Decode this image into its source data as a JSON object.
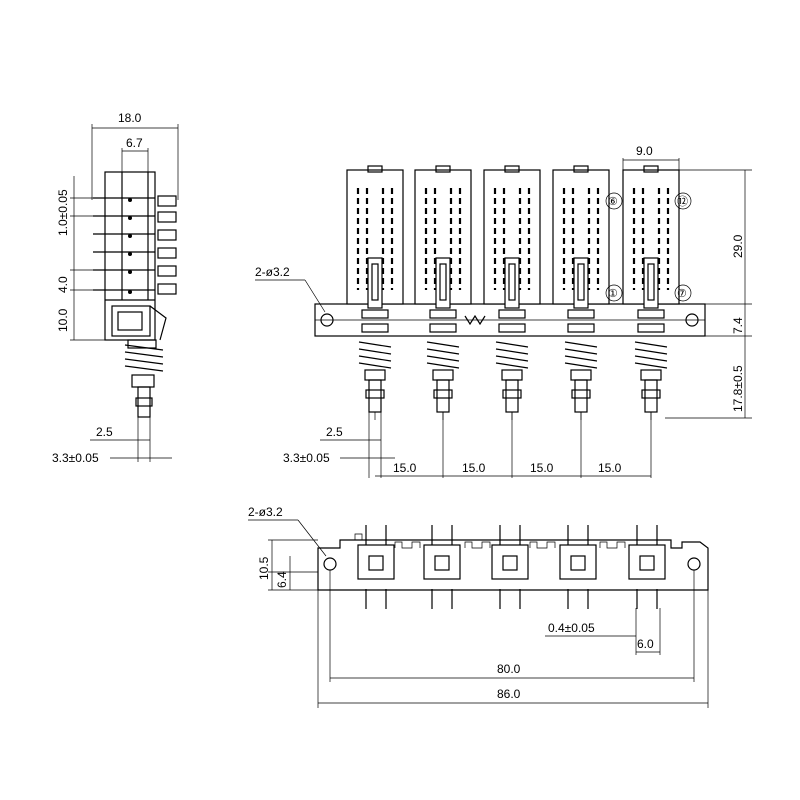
{
  "side_view": {
    "width": "18.0",
    "inner_width": "6.7",
    "pin_pitch": "1.0±0.05",
    "pin_span": "4.0",
    "base_height": "10.0",
    "pin_offset": "2.5",
    "pin_thickness": "3.3±0.05"
  },
  "front_view": {
    "mount_holes": "2-ø3.2",
    "button_width": "9.0",
    "button_height": "29.0",
    "frame_height": "7.4",
    "plunger_length": "17.8±0.5",
    "pin_offset": "2.5",
    "pin_thickness": "3.3±0.05",
    "pitch": [
      "15.0",
      "15.0",
      "15.0",
      "15.0"
    ],
    "terminal_labels": [
      "⑥",
      "①",
      "⑫",
      "⑦"
    ]
  },
  "bottom_view": {
    "mount_holes": "2-ø3.2",
    "height_total": "10.5",
    "height_inner": "6.4",
    "pin_width": "0.4±0.05",
    "pin_spacing": "6.0",
    "hole_spacing": "80.0",
    "overall_length": "86.0"
  }
}
